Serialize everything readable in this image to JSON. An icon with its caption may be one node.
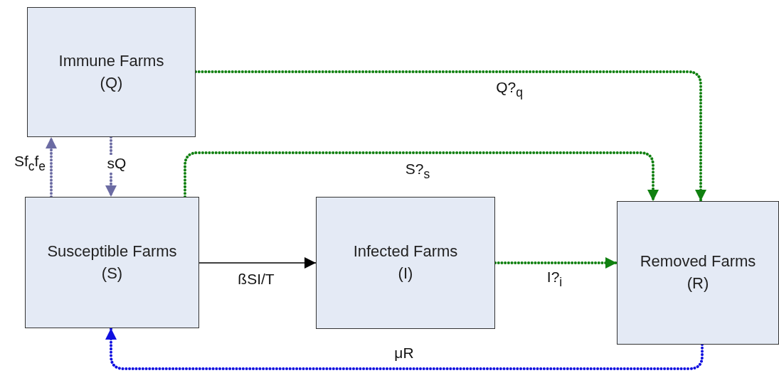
{
  "diagram": {
    "nodes": [
      {
        "text": [
          "Immune Farms",
          "(Q)"
        ]
      },
      {
        "text": [
          "Susceptible Farms",
          "(S)"
        ]
      },
      {
        "text": [
          "Infected Farms",
          "(I)"
        ]
      },
      {
        "text": [
          "Removed Farms",
          "(R)"
        ]
      }
    ],
    "edges": [
      {
        "from": 1,
        "to": 0,
        "arrow": "to",
        "label": "Sf$_{c}$f$_{e}$",
        "style": "dashed",
        "color": "#6b6ba3"
      },
      {
        "from": 0,
        "to": 1,
        "arrow": "to",
        "label": "sQ",
        "style": "dashed",
        "color": "#6b6ba3"
      },
      {
        "from": 0,
        "to": 3,
        "arrow": "to",
        "label": "Q?$_{q}$",
        "style": "dashed",
        "color": "#108010"
      },
      {
        "from": 1,
        "to": 3,
        "arrow": "to",
        "label": "S?$_{s}$",
        "style": "dashed",
        "color": "#108010"
      },
      {
        "from": 1,
        "to": 2,
        "arrow": "to",
        "label": "ßSI/T",
        "color": "#000000"
      },
      {
        "from": 2,
        "to": 3,
        "arrow": "to",
        "label": "I?$_{i}$",
        "style": "dashed",
        "color": "#108010"
      },
      {
        "from": 3,
        "to": 1,
        "arrow": "to",
        "label": "μR",
        "style": "dashed",
        "color": "#1010e0"
      }
    ]
  }
}
